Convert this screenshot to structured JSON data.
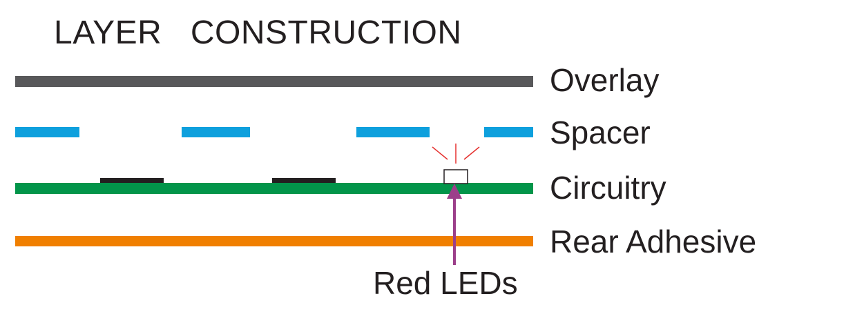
{
  "title": "LAYER   CONSTRUCTION",
  "layers": [
    {
      "id": "overlay",
      "label": "Overlay",
      "color": "#58585a"
    },
    {
      "id": "spacer",
      "label": "Spacer",
      "color": "#0ea0dd"
    },
    {
      "id": "circuitry",
      "label": "Circuitry",
      "color": "#02954a"
    },
    {
      "id": "rear-adhesive",
      "label": "Rear Adhesive",
      "color": "#f07f00"
    }
  ],
  "contact_color": "#231f20",
  "led": {
    "label": "Red LEDs",
    "arrow_color": "#9c3f8a",
    "glow_color": "#e5312f"
  }
}
